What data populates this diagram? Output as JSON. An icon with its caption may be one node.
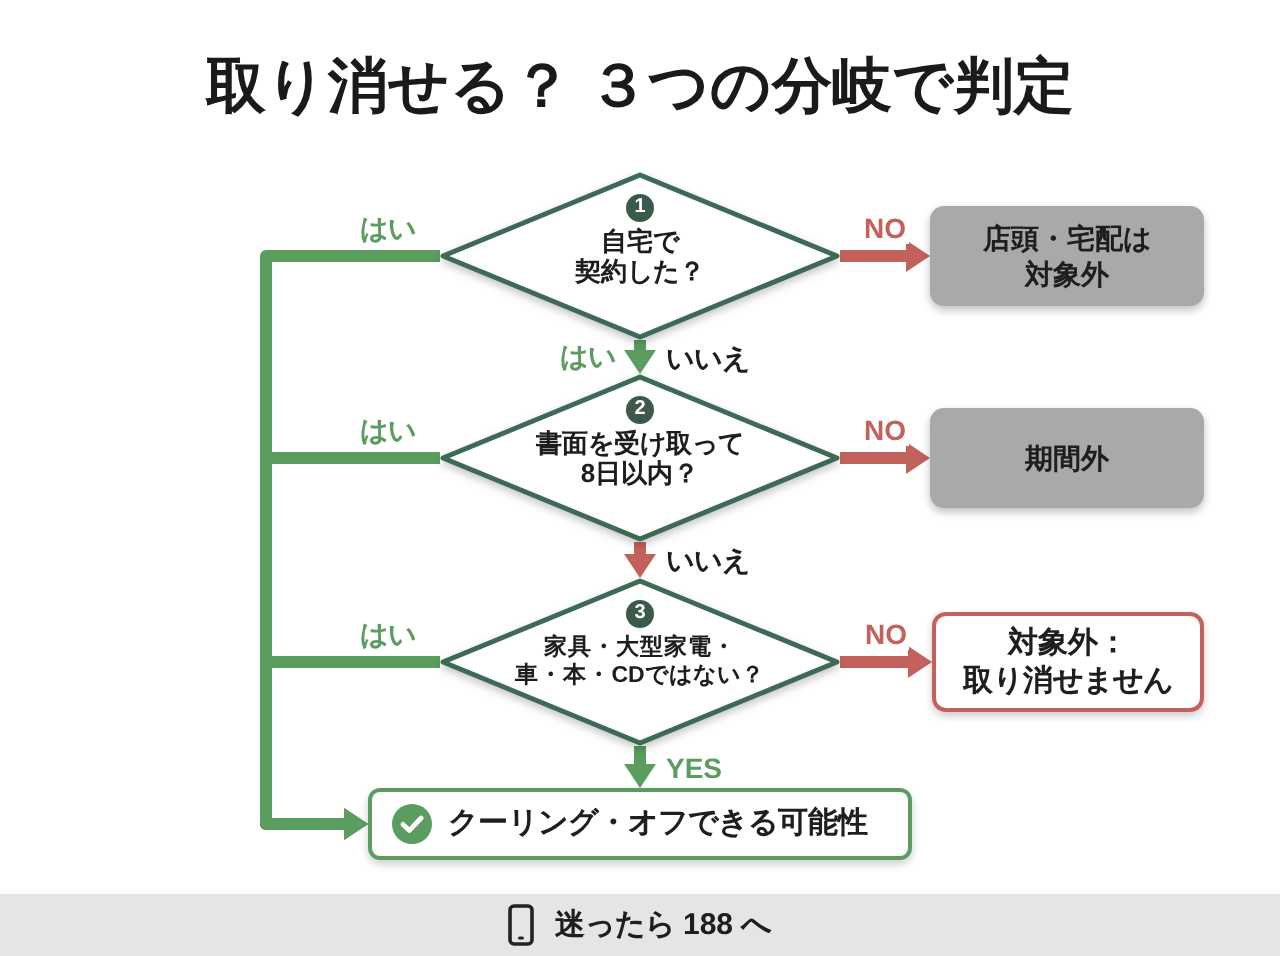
{
  "diagram": {
    "title": "取り消せる？ ３つの分岐で判定",
    "nodes": [
      {
        "text": [
          "1",
          "自宅で契約した？"
        ]
      },
      {
        "text": [
          "店頭・宅配は対象外"
        ]
      },
      {
        "text": [
          "2",
          "書面を受け取って8日以内？"
        ]
      },
      {
        "text": [
          "期間外"
        ]
      },
      {
        "text": [
          "3",
          "家具・大型家電・車・本・CDではない？"
        ]
      },
      {
        "text": [
          "対象外：取り消せません"
        ]
      },
      {
        "text": [
          "クーリング・オフできる可能性"
        ]
      }
    ],
    "edges": [
      {
        "from": 0,
        "to": 6,
        "arrow": "to",
        "label": "はい"
      },
      {
        "from": 0,
        "to": 1,
        "arrow": "to",
        "label": "NO",
        "color": "#c3625c"
      },
      {
        "from": 0,
        "to": 2,
        "arrow": "to",
        "label": "いいえ"
      },
      {
        "from": 2,
        "to": 6,
        "arrow": "to",
        "label": "はい"
      },
      {
        "from": 2,
        "to": 3,
        "arrow": "to",
        "label": "NO",
        "color": "#c3625c"
      },
      {
        "from": 2,
        "to": 4,
        "arrow": "to",
        "label": "いいえ",
        "color": "#c3625c"
      },
      {
        "from": 4,
        "to": 6,
        "arrow": "to",
        "label": "はい"
      },
      {
        "from": 4,
        "to": 5,
        "arrow": "to",
        "label": "NO",
        "color": "#c3625c"
      },
      {
        "from": 4,
        "to": 6,
        "arrow": "to",
        "label": "YES"
      }
    ],
    "labels": [
      "はい",
      "迷ったら 188 へ"
    ]
  }
}
